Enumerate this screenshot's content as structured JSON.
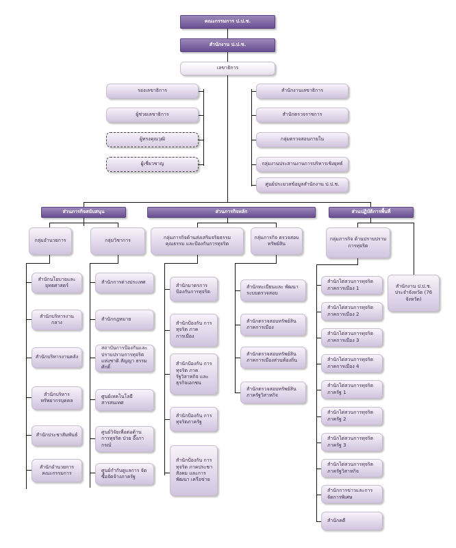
{
  "top": {
    "committee": "คณะกรรมการ ป.ป.ช.",
    "office": "สำนักงาน ป.ป.ช.",
    "secgen": "เลขาธิการ"
  },
  "left_column": [
    "รองเลขาธิการ",
    "ผู้ช่วยเลขาธิการ",
    "ผู้ทรงคุณวุฒิ",
    "ผู้เชี่ยวชาญ"
  ],
  "right_column": [
    "สำนักงานเลขาธิการ",
    "สำนักตรวจราชการ",
    "กลุ่มตรวจสอบภายใน",
    "กลุ่มงานประสานงานการบริหารเชิงยุทธ์",
    "ศูนย์ประมวลข้อมูลสำนักงาน ป.ป.ช."
  ],
  "sections": {
    "support": "ส่วนภารกิจสนับสนุน",
    "core": "ส่วนภารกิจหลัก",
    "regional": "ส่วนปฏิบัติการพื้นที่"
  },
  "groups": {
    "admin": "กลุ่มอำนวยการ",
    "academic": "กลุ่มวิชาการ",
    "promote": "กลุ่มภารกิจด้านส่งเสริมจริยธรรม คุณธรรม และป้องกันการทุจริต",
    "asset": "กลุ่มภารกิจ ตรวจสอบทรัพย์สิน",
    "suppress": "กลุ่มภารกิจ ด้านปราบปรามการทุจริต",
    "provincial": "สำนักงาน ป.ป.ช. ประจำจังหวัด (76 จังหวัด)"
  },
  "admin_units": [
    "สำนักนโยบายและยุทธศาสตร์",
    "สำนักบริหารงานกลาง",
    "สำนักบริหารงานคลัง",
    "สำนักบริหาร ทรัพยากรบุคคล",
    "สำนักประชาสัมพันธ์",
    "สำนักอำนวยการ คณะกรรมการ"
  ],
  "academic_units": [
    "สำนักการต่างประเทศ",
    "สำนักกฎหมาย",
    "สถาบันการป้องกันและปราบปรามการทุจริต แห่งชาติ สัญญา ธรรมศักดิ์",
    "ศูนย์เทคโนโลยี สารสนเทศ",
    "ศูนย์วิจัยเพื่อต่อต้าน การทุจริต ป่วย อึ๊งภากรณ์",
    "ศูนย์กำกับดูแลการ จัดซื้อจัดจ้างภาครัฐ"
  ],
  "promote_units": [
    "สำนักมาตรการ ป้องกันการทุจริต",
    "สำนักป้องกัน การทุจริต ภาคการเมือง",
    "สำนักป้องกัน การทุจริต ภาครัฐวิสาหกิจ และธุรกิจเอกชน",
    "สำนักป้องกัน การทุจริตภาครัฐ",
    "สำนักป้องกัน การทุจริต ภาคประชาสังคม และการพัฒนา เครือข่าย"
  ],
  "asset_units": [
    "สำนักทะเบียนและ พัฒนาระบบตรวจสอบ",
    "สำนักตรวจสอบทรัพย์สิน ภาคการเมือง",
    "สำนักตรวจสอบทรัพย์สิน ภาคการเมืองส่วนท้องถิ่น",
    "สำนักตรวจสอบทรัพย์สิน ภาครัฐวิสาหกิจ"
  ],
  "suppress_units": [
    "สำนักไต่สวนการทุจริต ภาคการเมือง 1",
    "สำนักไต่สวนการทุจริต ภาคการเมือง 2",
    "สำนักไต่สวนการทุจริต ภาคการเมือง 3",
    "สำนักไต่สวนการทุจริต ภาคการเมือง 4",
    "สำนักไต่สวนการทุจริต ภาครัฐ 1",
    "สำนักไต่สวนการทุจริต ภาครัฐ 2",
    "สำนักไต่สวนการทุจริต ภาครัฐ 3",
    "สำนักไต่สวนการทุจริต ภาครัฐวิสาหกิจ",
    "สำนักการข่าวและการ จัดการพิเศษ",
    "สำนักคดี"
  ]
}
